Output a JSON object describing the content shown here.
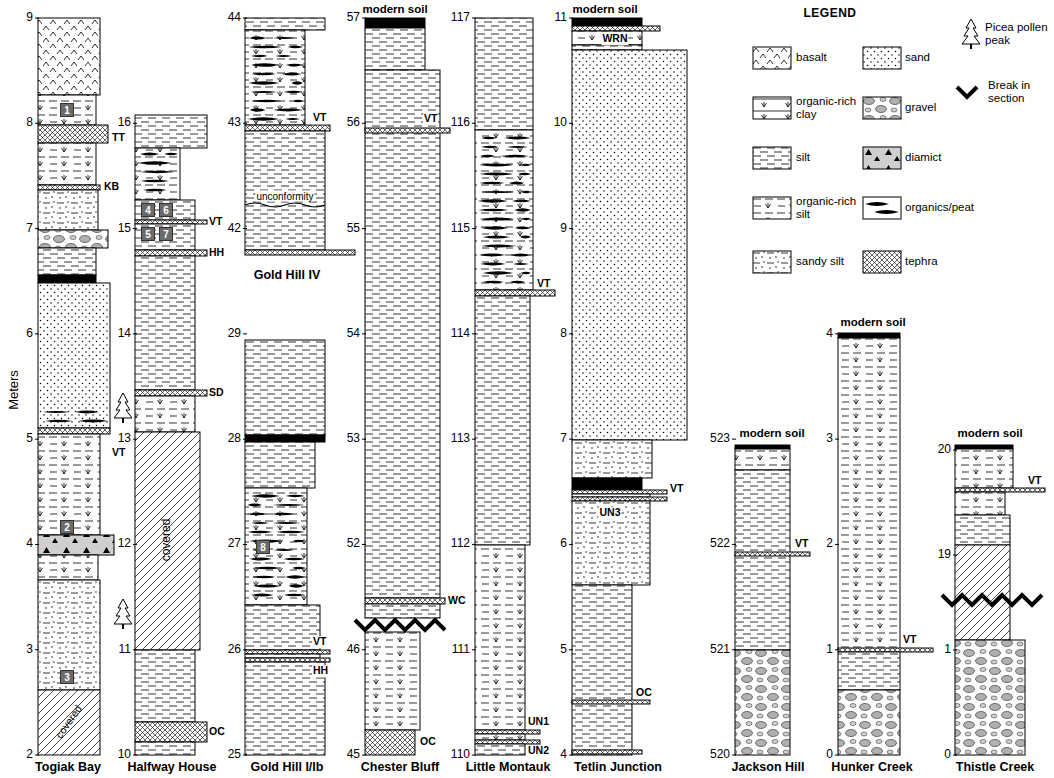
{
  "diagram": {
    "nodes": [
      {
        "text": [
          "1"
        ]
      },
      {
        "text": [
          "2"
        ]
      },
      {
        "text": [
          "3"
        ]
      },
      {
        "text": [
          "4"
        ]
      },
      {
        "text": [
          "6"
        ]
      },
      {
        "text": [
          "5"
        ]
      },
      {
        "text": [
          "7"
        ]
      },
      {
        "text": [
          "8"
        ]
      }
    ],
    "labels": [
      "Meters",
      "9",
      "8",
      "7",
      "6",
      "5",
      "4",
      "3",
      "2",
      "TT",
      "KB",
      "VT",
      "covered",
      "Togiak Bay",
      "16",
      "15",
      "14",
      "13",
      "12",
      "11",
      "10",
      "VT",
      "HH",
      "SD",
      "covered",
      "OC",
      "Halfway House",
      "44",
      "43",
      "42",
      "VT",
      "unconformity",
      "Gold Hill IV",
      "29",
      "28",
      "27",
      "26",
      "25",
      "VT",
      "HH",
      "Gold Hill I/Ib",
      "57",
      "56",
      "55",
      "54",
      "53",
      "52",
      "46",
      "45",
      "modern soil",
      "VT",
      "WC",
      "OC",
      "Chester Bluff",
      "117",
      "116",
      "115",
      "114",
      "113",
      "112",
      "111",
      "110",
      "VT",
      "UN1",
      "UN2",
      "Little Montauk",
      "11",
      "10",
      "9",
      "8",
      "7",
      "6",
      "5",
      "4",
      "modern soil",
      "WRN",
      "VT",
      "UN3",
      "OC",
      "Tetlin Junction",
      "523",
      "522",
      "521",
      "520",
      "modern soil",
      "VT",
      "Jackson Hill",
      "4",
      "3",
      "2",
      "1",
      "0",
      "modern soil",
      "VT",
      "Hunker Creek",
      "20",
      "19",
      "1",
      "0",
      "modern soil",
      "VT",
      "Thistle Creek",
      "LEGEND"
    ],
    "legend": [
      {
        "text": "basalt"
      },
      {
        "text": "sand"
      },
      {
        "text": "Picea pollen peak"
      },
      {
        "text": "organic-rich clay"
      },
      {
        "text": "gravel"
      },
      {
        "text": "Break in section"
      },
      {
        "text": "silt"
      },
      {
        "text": "diamict"
      },
      {
        "text": "organic-rich silt"
      },
      {
        "text": "organics/peat"
      },
      {
        "text": "sandy silt"
      },
      {
        "text": "tephra"
      }
    ]
  }
}
